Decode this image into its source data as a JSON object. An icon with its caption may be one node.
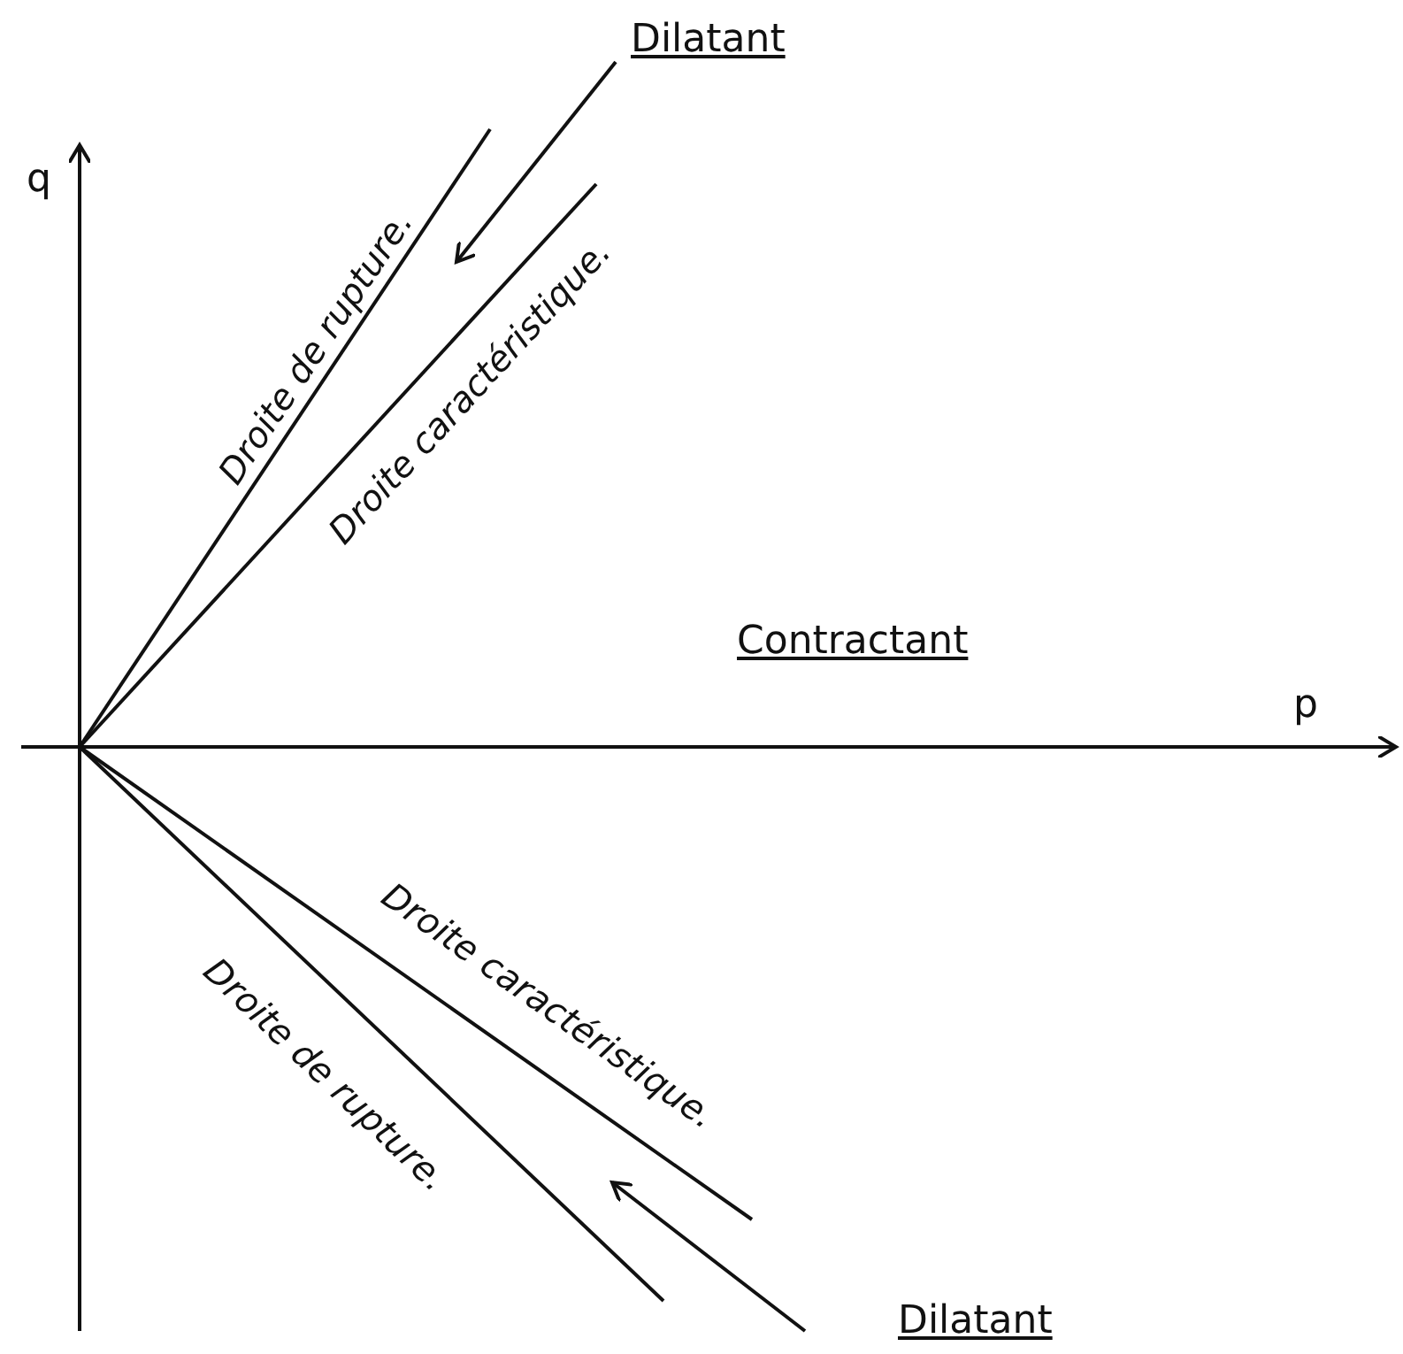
{
  "diagram": {
    "labels": [
      "q",
      "Dilatant",
      "Droite de rupture.",
      "Droite caractéristique.",
      "Contractant",
      "p",
      "Droite caractéristique.",
      "Droite de rupture.",
      "Dilatant"
    ]
  }
}
